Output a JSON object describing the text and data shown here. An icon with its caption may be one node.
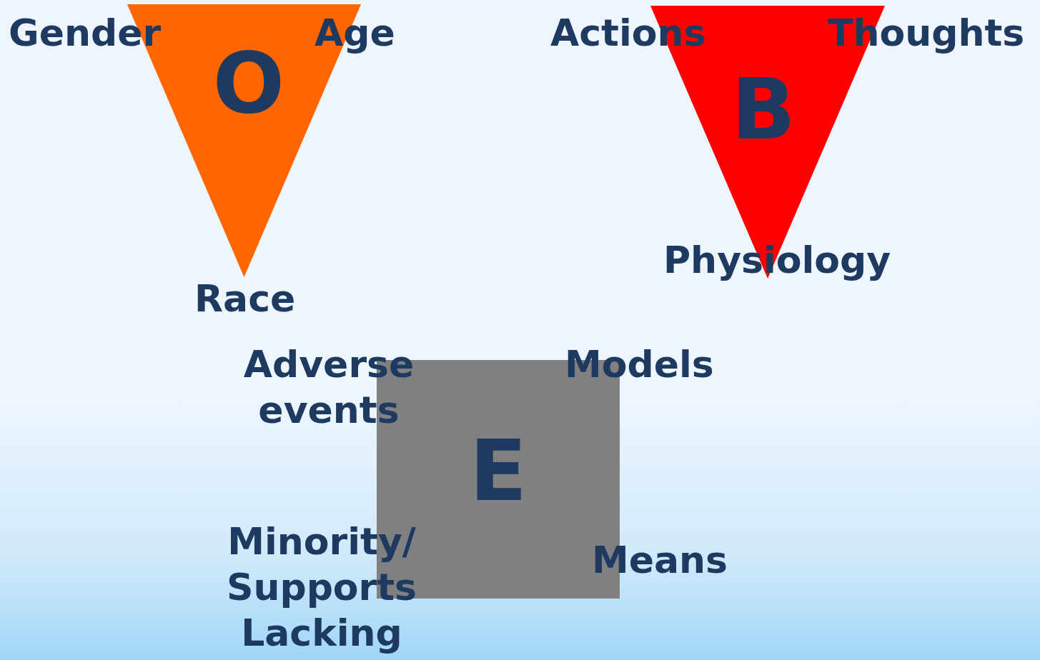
{
  "diagram": {
    "nodes": [
      {
        "text": [
          "O"
        ],
        "beside": [
          "Gender",
          "Age",
          "Race"
        ]
      },
      {
        "text": [
          "B"
        ],
        "beside": [
          "Actions",
          "Thoughts",
          "Physiology"
        ]
      },
      {
        "text": [
          "E"
        ],
        "beside": [
          "Adverse events",
          "Models",
          "Minority/ Supports Lacking",
          "Means"
        ]
      }
    ]
  }
}
